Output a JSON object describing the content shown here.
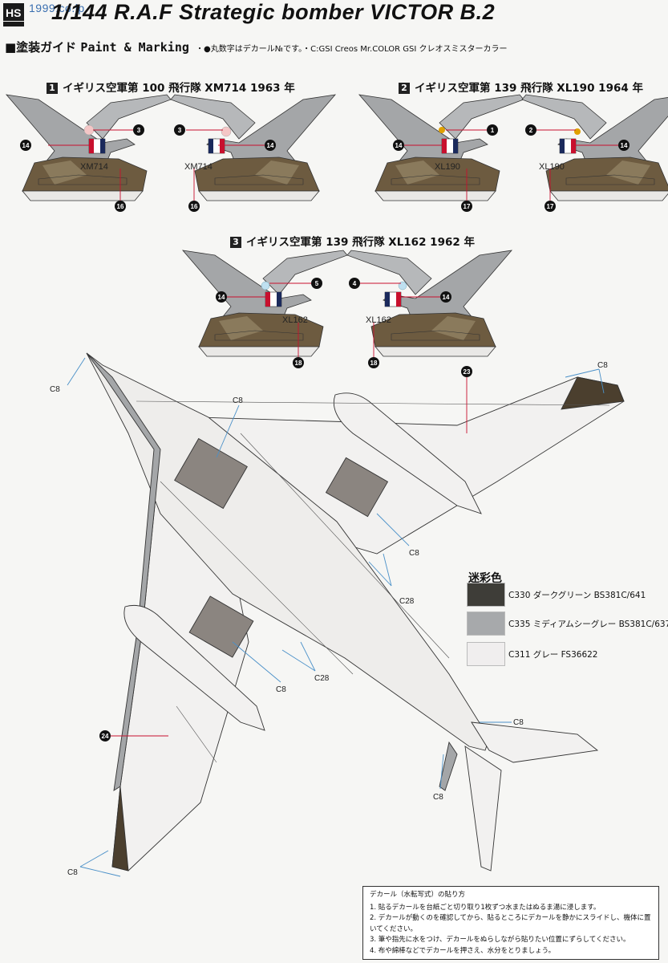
{
  "header": {
    "scale": "1/144",
    "model": "R.A.F Strategic bomber VICTOR B.2",
    "watermark": "1999.co.jp"
  },
  "guide": {
    "jp": "■塗装ガイド",
    "en": "Paint & Marking",
    "note": "・●丸数字はデカール№です。・C:GSI Creos Mr.COLOR GSI クレオスミスターカラー"
  },
  "schemes": [
    {
      "num": "1",
      "text": "イギリス空軍第 100 飛行隊 XM714 1963 年",
      "serial": "XM714",
      "callouts_left": {
        "roundel": "3",
        "flash": "14",
        "serial": "16"
      },
      "callouts_right": {
        "roundel": "3",
        "flash": "14",
        "serial": "16"
      }
    },
    {
      "num": "2",
      "text": "イギリス空軍第 139 飛行隊 XL190 1964 年",
      "serial": "XL190",
      "callouts_left": {
        "roundel": "1",
        "flash": "14",
        "serial": "17"
      },
      "callouts_right": {
        "roundel": "2",
        "flash": "14",
        "serial": "17"
      }
    },
    {
      "num": "3",
      "text": "イギリス空軍第 139 飛行隊 XL162 1962 年",
      "serial": "XL162",
      "callouts_left": {
        "roundel": "5",
        "flash": "14",
        "serial": "18"
      },
      "callouts_right": {
        "roundel": "4",
        "flash": "14",
        "serial": "18"
      }
    }
  ],
  "plan_callouts": {
    "c8": "C8",
    "c28": "C28",
    "decal_right_wing": "23",
    "decal_left_wing": "24"
  },
  "camouflage": {
    "title": "迷彩色",
    "items": [
      {
        "code": "C330",
        "name": "ダークグリーン",
        "std": "BS381C/641",
        "color": "#3e3d38"
      },
      {
        "code": "C335",
        "name": "ミディアムシーグレー",
        "std": "BS381C/637",
        "color": "#a7a9ab"
      },
      {
        "code": "C311",
        "name": "グレー",
        "std": "FS36622",
        "color": "#f0eeee"
      }
    ]
  },
  "decal_instructions": {
    "title": "デカール（水転写式）の貼り方",
    "steps": [
      "1.  貼るデカールを台紙ごと切り取り1枚ずつ水またはぬるま湯に浸します。",
      "2.  デカールが動くのを確認してから、貼るところにデカールを静かにスライドし、機体に置いてください。",
      "3.  筆や指先に水をつけ、デカールをぬらしながら貼りたい位置にずらしてください。",
      "4.  布や綿棒などでデカールを押さえ、水分をとりましょう。"
    ]
  },
  "palette": {
    "dark_green": "#4b3f2e",
    "sea_grey": "#a4a6a8",
    "light_grey": "#f2f1f0",
    "callout_blue": "#4a90c8",
    "callout_red": "#c8102e"
  }
}
